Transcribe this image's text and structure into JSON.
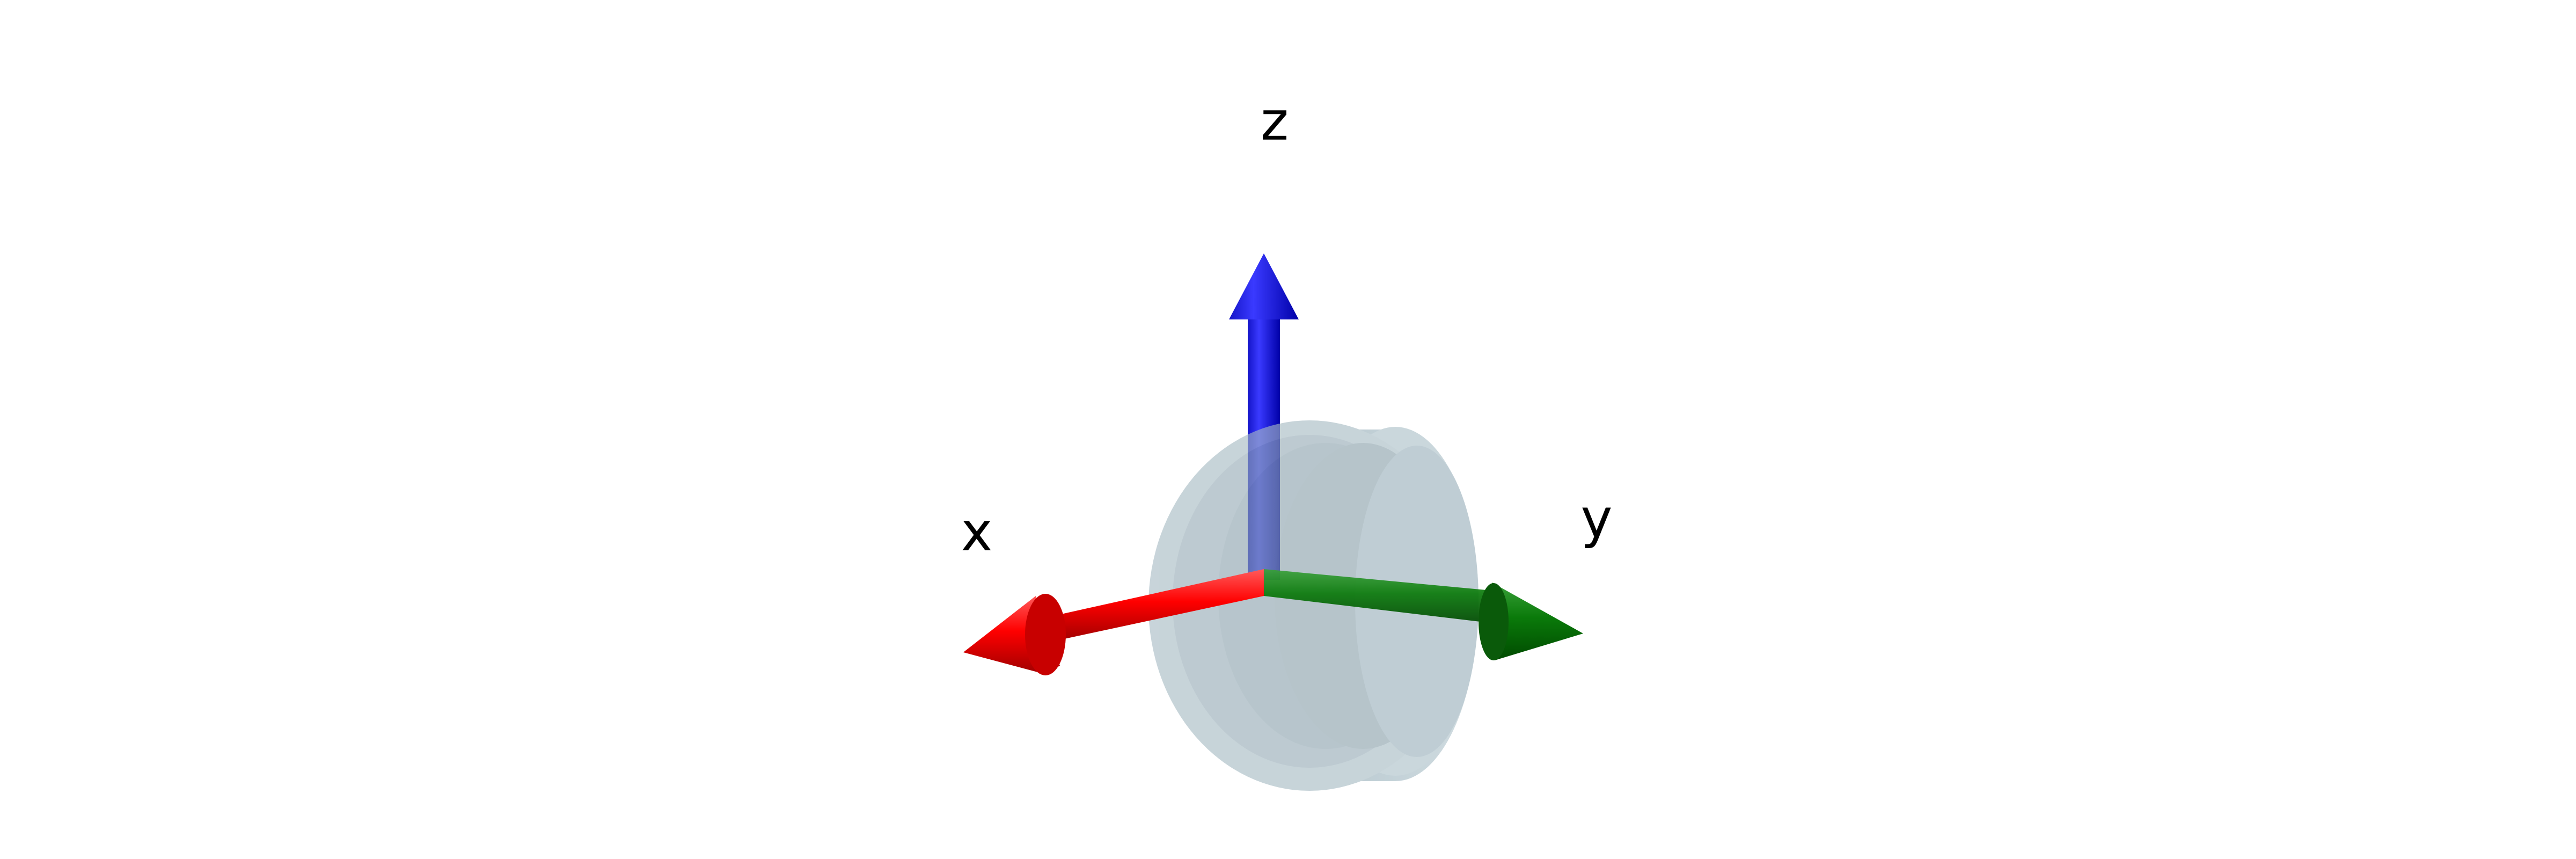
{
  "axes": {
    "x": {
      "label": "x",
      "color": "#e00000"
    },
    "y": {
      "label": "y",
      "color": "#0a6b0a"
    },
    "z": {
      "label": "z",
      "color": "#0000e0"
    }
  },
  "body": {
    "shape": "translucent stacked cylinder",
    "color": "#9fb6c0"
  }
}
